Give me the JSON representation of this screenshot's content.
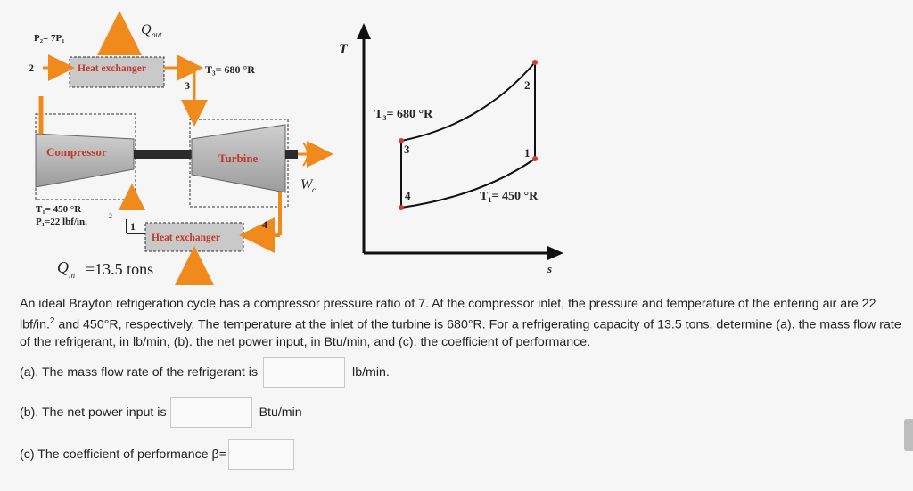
{
  "diagram": {
    "p2_label": "P₂= 7P₁",
    "q_out": "Q",
    "q_out_sub": "out",
    "state_2": "2",
    "state_3": "3",
    "state_1": "1",
    "state_4": "4",
    "heat_exchanger_top": "Heat exchanger",
    "t3_top": "T₃= 680 °R",
    "compressor": "Compressor",
    "turbine": "Turbine",
    "w_label": "W",
    "w_sub": "c",
    "t1_label": "T₁= 450 °R",
    "p1_label": "P₁=22 lbf/in.",
    "p1_sup": "2",
    "heat_exchanger_bottom": "Heat exchanger",
    "q_in": "Q",
    "q_in_sub": "in",
    "q_in_value": "=13.5 tons"
  },
  "ts_diagram": {
    "y_axis": "T",
    "x_axis": "s",
    "t3_label": "T₃= 680 °R",
    "t1_label": "T₁= 450 °R",
    "point_2": "2",
    "point_3": "3",
    "point_1": "1",
    "point_4": "4"
  },
  "problem": {
    "text_before_sup": "An ideal Brayton refrigeration cycle has a compressor pressure ratio of 7. At the compressor inlet, the pressure and temperature of the entering air are 22 lbf/in.",
    "sup": "2",
    "text_after_sup": " and 450°R, respectively. The temperature at the inlet of the turbine is 680°R. For a refrigerating capacity of 13.5 tons, determine (a). the mass flow rate of the refrigerant, in lb/min, (b). the net power input, in Btu/min, and (c). the coefficient of performance."
  },
  "questions": {
    "a_label": "(a). The mass flow rate of the refrigerant is",
    "a_unit": "lb/min.",
    "a_value": "",
    "b_label": "(b). The net power input is",
    "b_unit": "Btu/min",
    "b_value": "",
    "c_label": "(c) The coefficient of performance β=",
    "c_value": ""
  }
}
